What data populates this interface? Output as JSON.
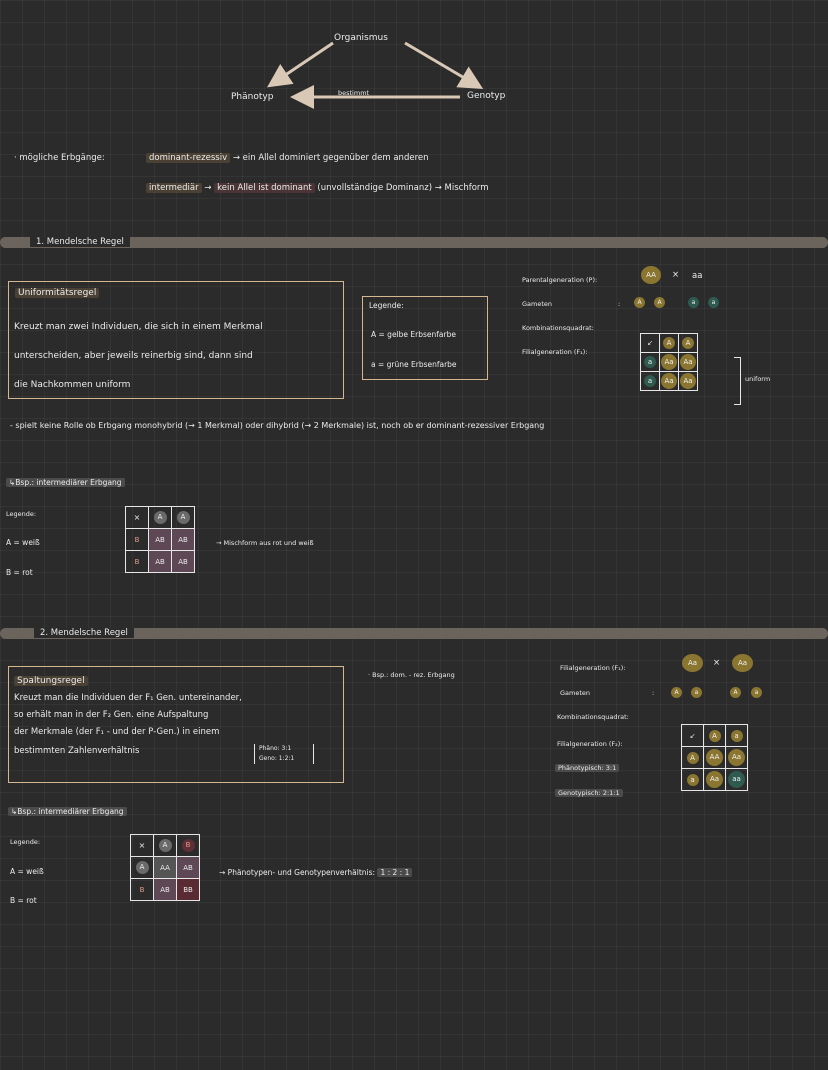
{
  "diagram": {
    "organismus": "Organismus",
    "phaenotyp": "Phänotyp",
    "genotyp": "Genotyp",
    "bestimmt": "bestimmt"
  },
  "erbgaenge": {
    "label": "· mögliche Erbgänge:",
    "dom_term": "dominant-rezessiv",
    "dom_rest": "→ ein Allel dominiert gegenüber dem anderen",
    "int_term": "intermediär",
    "int_arrow": "→",
    "int_mid": "kein Allel ist dominant",
    "int_rest": "(unvollständige Dominanz) → Mischform"
  },
  "section1": {
    "title": "1. Mendelsche Regel",
    "rule_title": "Uniformitätsregel",
    "rule_line1": "Kreuzt man zwei Individuen, die sich in einem Merkmal",
    "rule_line2": "unterscheiden, aber jeweils reinerbig sind, dann sind",
    "rule_line3": "die Nachkommen uniform",
    "legend_title": "Legende:",
    "legend_A": "A = gelbe Erbsenfarbe",
    "legend_a": "a = grüne Erbsenfarbe",
    "p_label": "Parentalgeneration (P):",
    "p_left": "AA",
    "p_cross": "×",
    "p_right": "aa",
    "gam_label": "Gameten",
    "gam_colon": ":",
    "gam_values": [
      "A",
      "A",
      "a",
      "a"
    ],
    "kq_label": "Kombinationsquadrat:",
    "f1_label": "Filialgeneration (F₁):",
    "grid": [
      [
        "↙",
        "A",
        "A"
      ],
      [
        "a",
        "Aa",
        "Aa"
      ],
      [
        "a",
        "Aa",
        "Aa"
      ]
    ],
    "uniform": "uniform",
    "note": "- spielt keine Rolle ob Erbgang monohybrid (→ 1 Merkmal) oder dihybrid (→ 2 Merkmale) ist, noch ob er dominant-rezessiver Erbgang",
    "ex_title": "↳Bsp.: intermediärer Erbgang",
    "ex_legend": "Legende:",
    "ex_A": "A = weiß",
    "ex_B": "B = rot",
    "ex_grid": [
      [
        "×",
        "A",
        "A"
      ],
      [
        "B",
        "AB",
        "AB"
      ],
      [
        "B",
        "AB",
        "AB"
      ]
    ],
    "ex_result": "→ Mischform aus rot und weiß"
  },
  "section2": {
    "title": "2. Mendelsche Regel",
    "rule_title": "Spaltungsregel",
    "rule_line1": "Kreuzt man die Individuen der F₁ Gen. untereinander,",
    "rule_line2": "so erhält man in der  F₂ Gen. eine Aufspaltung",
    "rule_line3": "der Merkmale (der F₁ - und der P-Gen.) in einem",
    "rule_line4": "bestimmten Zahlenverhältnis",
    "pheno_ratio": "Phäno: 3:1",
    "geno_ratio": "Geno: 1:2:1",
    "bsp": "· Bsp.: dom. - rez. Erbgang",
    "f1_label": "Filialgeneration (F₁):",
    "f1_left": "Aa",
    "f1_cross": "×",
    "f1_right": "Aa",
    "gam_label": "Gameten",
    "gam_colon": ":",
    "gam_values": [
      "A",
      "a",
      "A",
      "a"
    ],
    "kq_label": "Kombinationsquadrat:",
    "f2_label": "Filialgeneration (F₂):",
    "grid": [
      [
        "↙",
        "A",
        "a"
      ],
      [
        "A",
        "AA",
        "Aa"
      ],
      [
        "a",
        "Aa",
        "aa"
      ]
    ],
    "pheno_label": "Phänotypisch:",
    "pheno_val": "3:1",
    "geno_label": "Genotypisch:",
    "geno_val": "2:1:1",
    "ex_title": "↳Bsp.: intermediärer Erbgang",
    "ex_legend": "Legende:",
    "ex_A": "A = weiß",
    "ex_B": "B = rot",
    "ex_grid": [
      [
        "×",
        "A",
        "B"
      ],
      [
        "A",
        "AA",
        "AB"
      ],
      [
        "B",
        "AB",
        "BB"
      ]
    ],
    "ex_result": "→ Phänotypen- und Genotypenverhältnis:",
    "ex_ratio": "1 : 2 : 1"
  }
}
